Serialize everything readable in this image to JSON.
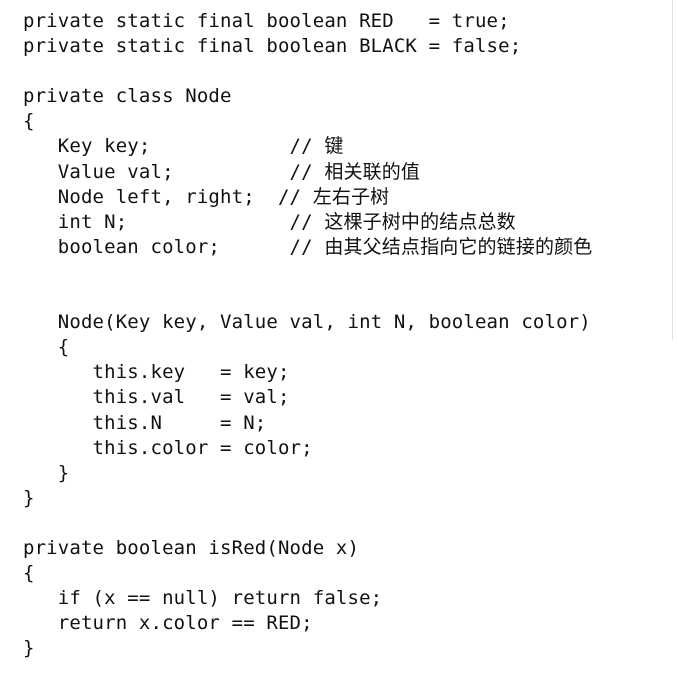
{
  "document": {
    "kind": "code-listing",
    "language": "Java",
    "background_color": "#ffffff",
    "text_color": "#111111",
    "rule_color": "#e2e2e2"
  },
  "code": {
    "lines": [
      "private static final boolean RED   = true;",
      "private static final boolean BLACK = false;",
      "",
      "private class Node",
      "{",
      "   Key key;            // 键",
      "   Value val;          // 相关联的值",
      "   Node left, right;  // 左右子树",
      "   int N;              // 这棵子树中的结点总数",
      "   boolean color;      // 由其父结点指向它的链接的颜色",
      "",
      "",
      "   Node(Key key, Value val, int N, boolean color)",
      "   {",
      "      this.key   = key;",
      "      this.val   = val;",
      "      this.N     = N;",
      "      this.color = color;",
      "   }",
      "}",
      "",
      "private boolean isRed(Node x)",
      "{",
      "   if (x == null) return false;",
      "   return x.color == RED;",
      "}"
    ]
  }
}
